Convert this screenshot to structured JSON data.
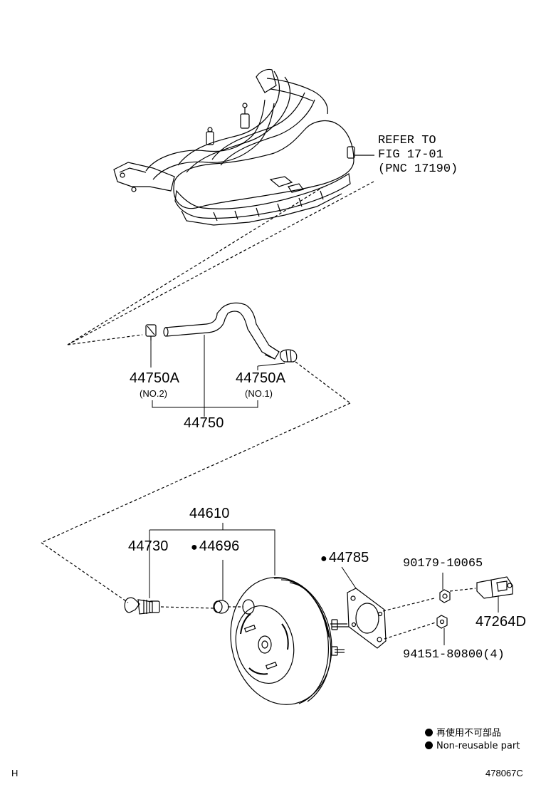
{
  "refer": {
    "line1": "REFER TO",
    "line2": "FIG 17-01",
    "line3": "(PNC 17190)"
  },
  "parts": {
    "p44750a_no2": "44750A",
    "p44750a_no2_sub": "(NO.2)",
    "p44750a_no1": "44750A",
    "p44750a_no1_sub": "(NO.1)",
    "p44750": "44750",
    "p44610": "44610",
    "p44730": "44730",
    "p44696": "44696",
    "p44785": "44785",
    "p90179": "90179-10065",
    "p47264d": "47264D",
    "p94151": "94151-80800(4)"
  },
  "legend": {
    "jp": "再使用不可部品",
    "en": "Non-reusable part"
  },
  "footer": {
    "left": "H",
    "right": "478067C"
  }
}
